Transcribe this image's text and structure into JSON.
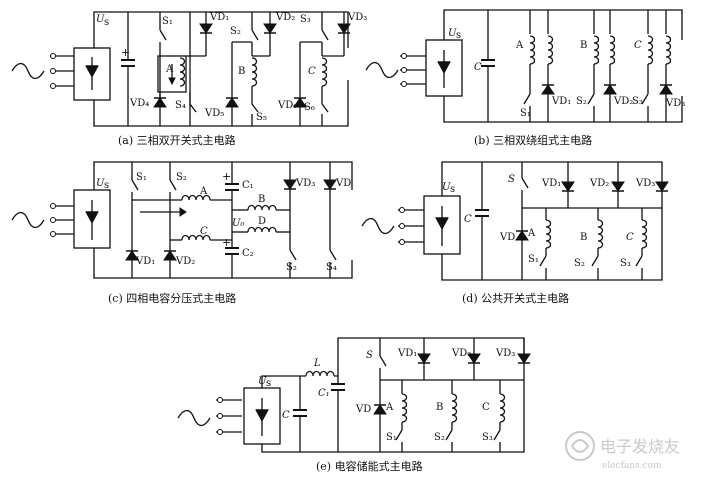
{
  "captions": {
    "a": "(a) 三相双开关式主电路",
    "b": "(b) 三相双绕组式主电路",
    "c": "(c) 四相电容分压式主电路",
    "d": "(d) 公共开关式主电路",
    "e": "(e) 电容储能式主电路"
  },
  "labels": {
    "us": "U",
    "us_sub": "s",
    "a": {
      "s1": "S₁",
      "s2": "S₂",
      "s3": "S₃",
      "s4": "S₄",
      "s5": "S₅",
      "s6": "S₆",
      "vd1": "VD₁",
      "vd2": "VD₂",
      "vd3": "VD₃",
      "vd4": "VD₄",
      "vd5": "VD₅",
      "vd6": "VD₆",
      "A": "A",
      "B": "B",
      "C": "C"
    },
    "b": {
      "A": "A",
      "B": "B",
      "C": "C",
      "Cap": "C",
      "s1": "S₁",
      "s2": "S₂",
      "s3": "S₃",
      "vd1": "VD₁",
      "vd2": "VD₂",
      "vd3": "VD₃"
    },
    "c": {
      "s1": "S₁",
      "s2": "S₂",
      "s3": "S₂",
      "s4": "S₄",
      "A": "A",
      "B": "B",
      "C": "C",
      "D": "D",
      "c1": "C₁",
      "c2": "C₂",
      "u0": "U₀",
      "vd1": "VD₁",
      "vd2": "VD₂",
      "vd3": "VD₃",
      "vd": "VD"
    },
    "d": {
      "S": "S",
      "Cap": "C",
      "vd1": "VD₁",
      "vd2": "VD₂",
      "vd3": "VD₃",
      "vd": "VD",
      "A": "A",
      "B": "B",
      "C": "C",
      "s1": "S₁",
      "s2": "S₂",
      "s3": "S₃"
    },
    "e": {
      "L": "L",
      "c1": "C₁",
      "Cap": "C",
      "S": "S",
      "vd1": "VD₁",
      "vd2": "VD₂",
      "vd3": "VD₃",
      "vd": "VD",
      "A": "A",
      "B": "B",
      "C": "C",
      "s1": "S₁",
      "s2": "S₂",
      "s3": "S₃"
    }
  },
  "watermark": "电子发烧友",
  "watermark_url": "elecfans.com"
}
